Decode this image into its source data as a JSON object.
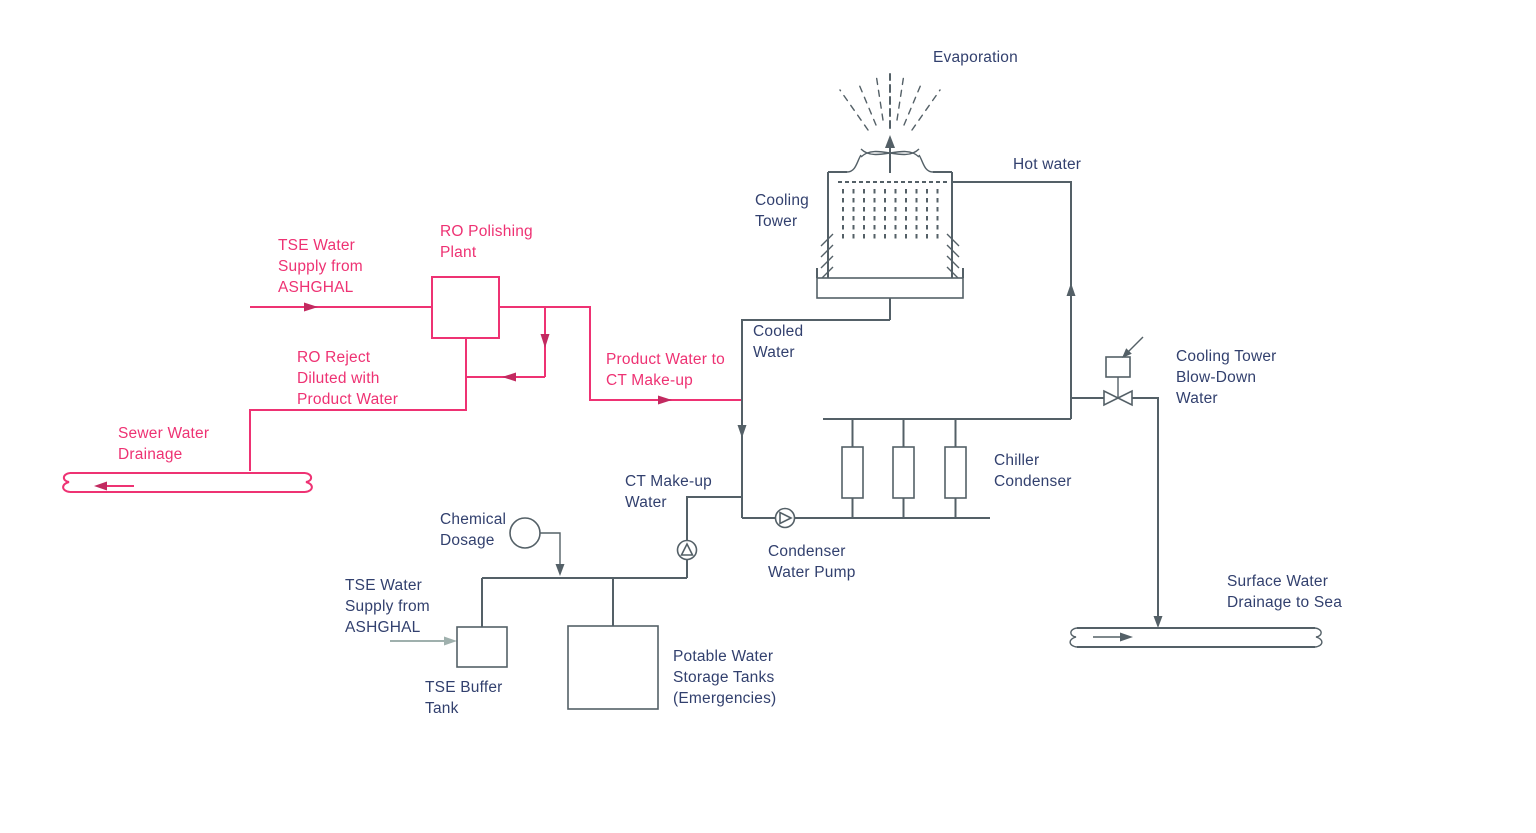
{
  "colors": {
    "pink": "#ee3273",
    "pink_dark": "#c22a60",
    "ink": "#32406e",
    "pipe": "#546067",
    "pipe_light": "#9fb0ad"
  },
  "diagram": {
    "type": "process-flow-diagram",
    "subject": "Cooling tower / RO polishing water balance schematic",
    "symbols": {
      "pump": "circle with triangle flow arrow",
      "control_valve": "bowtie valve with square actuator and signal arrow",
      "fan": "bowtie fan on cooling tower with evaporation spray",
      "drain_pipe": "horizontal pipe with curled ends and flow arrow"
    },
    "labels": {
      "evaporation": "Evaporation",
      "hot_water": "Hot water",
      "cooling_tower": "Cooling\nTower",
      "cooled_water": "Cooled\nWater",
      "tse_supply_pink": "TSE Water\nSupply from\nASHGHAL",
      "ro_polishing": "RO Polishing\nPlant",
      "ro_reject": "RO Reject\nDiluted with\nProduct Water",
      "sewer": "Sewer Water\nDrainage",
      "product_water": "Product Water to\nCT Make-up",
      "blow_down": "Cooling Tower\nBlow-Down\nWater",
      "chiller": "Chiller\nCondenser",
      "ct_makeup": "CT Make-up\nWater",
      "condenser_pump": "Condenser\nWater Pump",
      "chemical": "Chemical\nDosage",
      "tse_supply_black": "TSE Water\nSupply from\nASHGHAL",
      "tse_buffer": "TSE Buffer\nTank",
      "potable": "Potable Water\nStorage Tanks\n(Emergencies)",
      "surface": "Surface Water\nDrainage to Sea"
    }
  }
}
